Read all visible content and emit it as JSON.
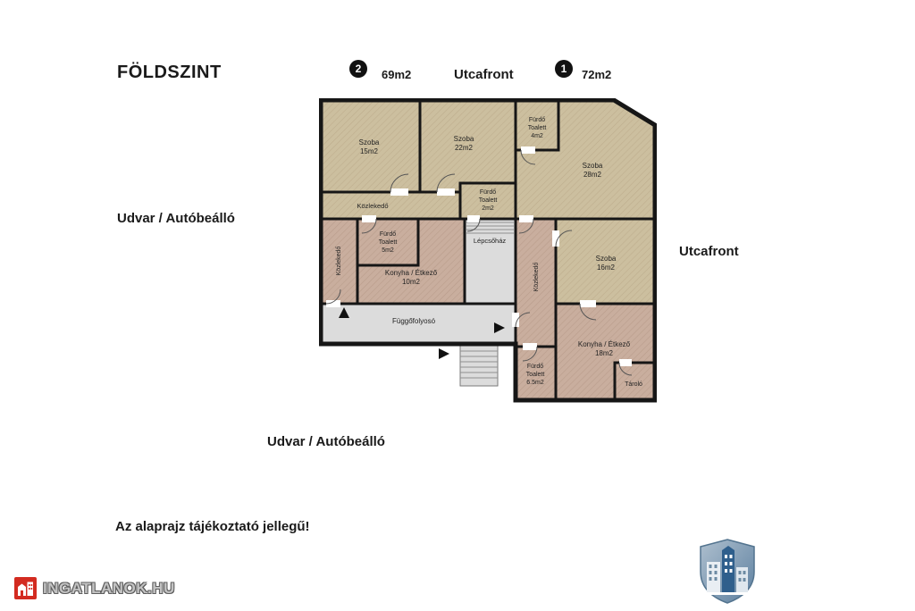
{
  "page": {
    "title": "FÖLDSZINT",
    "disclaimer": "Az alaprajz tájékoztató jellegű!",
    "label_street_top": "Utcafront",
    "label_street_right": "Utcafront",
    "label_courtyard_left": "Udvar / Autóbeálló",
    "label_courtyard_bottom": "Udvar / Autóbeálló"
  },
  "units": {
    "unit2": {
      "number": "2",
      "area": "69m2"
    },
    "unit1": {
      "number": "1",
      "area": "72m2"
    }
  },
  "rooms": {
    "szoba15": {
      "name": "Szoba",
      "area": "15m2"
    },
    "szoba22": {
      "name": "Szoba",
      "area": "22m2"
    },
    "furdo4": {
      "name1": "Fürdő",
      "name2": "Toalett",
      "area": "4m2"
    },
    "szoba28": {
      "name": "Szoba",
      "area": "28m2"
    },
    "kozlekedo_top": {
      "name": "Közlekedő"
    },
    "furdo2": {
      "name1": "Fürdő",
      "name2": "Toalett",
      "area": "2m2"
    },
    "kozlekedo_left": {
      "name": "Közlekedő"
    },
    "furdo5": {
      "name1": "Fürdő",
      "name2": "Toalett",
      "area": "5m2"
    },
    "konyha10": {
      "name": "Konyha / Étkező",
      "area": "10m2"
    },
    "lepcsohaz": {
      "name": "Lépcsőház"
    },
    "kozlekedo_right": {
      "name": "Közlekedő"
    },
    "szoba16": {
      "name": "Szoba",
      "area": "16m2"
    },
    "fuggofolyoso": {
      "name": "Függőfolyosó"
    },
    "furdo65": {
      "name1": "Fürdő",
      "name2": "Toalett",
      "area": "6.5m2"
    },
    "konyha18": {
      "name": "Konyha / Étkező",
      "area": "18m2"
    },
    "tarolo": {
      "name": "Tároló"
    }
  },
  "branding": {
    "watermark": "INGATLANOK.HU"
  },
  "colors": {
    "wall": "#161616",
    "room_tan": "#ccbf9f",
    "room_rose": "#c9ae9e",
    "stair_gray": "#dcdcdc",
    "badge_black": "#111111",
    "logo_red": "#d32b20",
    "shield_blue": "#6d8ba3"
  }
}
